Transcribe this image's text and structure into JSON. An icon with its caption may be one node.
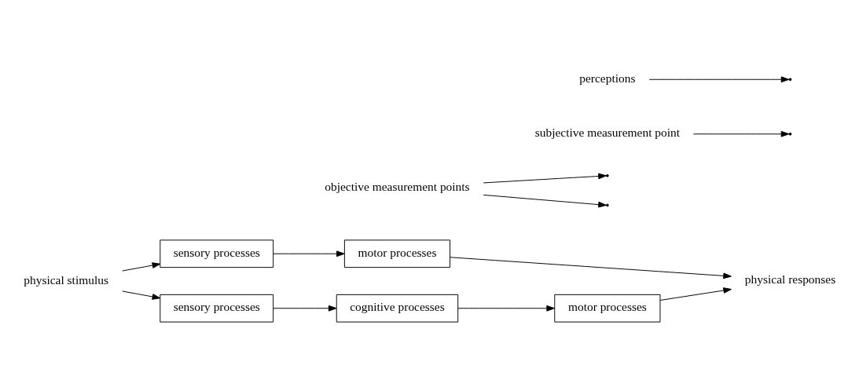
{
  "diagram": {
    "nodes": [
      {
        "text": [
          "physical stimulus"
        ]
      },
      {
        "text": [
          "sensory processes"
        ]
      },
      {
        "text": [
          "motor processes"
        ]
      },
      {
        "text": [
          "objective measurement points"
        ]
      },
      {
        "text": [
          "physical responses"
        ]
      },
      {
        "text": [
          "subjective measurement point"
        ]
      },
      {
        "text": [
          "perceptions"
        ]
      },
      {
        "text": [
          "sensory processes"
        ]
      },
      {
        "text": [
          "cognitive processes"
        ]
      },
      {
        "text": [
          "motor processes"
        ]
      }
    ],
    "edges": [
      {
        "from": 0,
        "to": 1,
        "arrow": "to"
      },
      {
        "from": 1,
        "to": 2,
        "arrow": "to"
      },
      {
        "from": 2,
        "to": 4,
        "arrow": "to"
      },
      {
        "from": 3,
        "to": null,
        "arrow": "to"
      },
      {
        "from": 3,
        "to": null,
        "arrow": "to"
      },
      {
        "from": 0,
        "to": 7,
        "arrow": "to"
      },
      {
        "from": 7,
        "to": 8,
        "arrow": "to"
      },
      {
        "from": 8,
        "to": 9,
        "arrow": "to"
      },
      {
        "from": 6,
        "to": null,
        "arrow": "to"
      },
      {
        "from": 9,
        "to": 4,
        "arrow": "to"
      },
      {
        "from": 5,
        "to": null,
        "arrow": "to"
      }
    ]
  }
}
